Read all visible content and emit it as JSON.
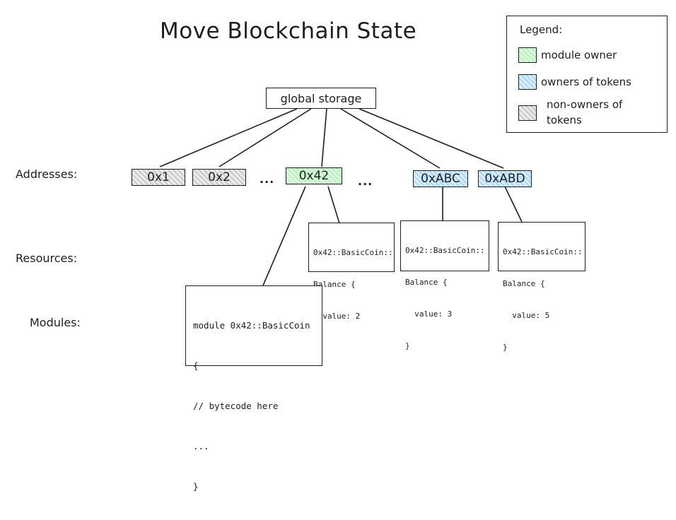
{
  "title": "Move Blockchain State",
  "root": {
    "label": "global storage"
  },
  "row_labels": {
    "addresses": "Addresses:",
    "resources": "Resources:",
    "modules": "Modules:"
  },
  "addresses": [
    {
      "label": "0x1",
      "category": "non-owner"
    },
    {
      "label": "0x2",
      "category": "non-owner"
    },
    {
      "label": "0x42",
      "category": "module-owner"
    },
    {
      "label": "0xABC",
      "category": "token-owner"
    },
    {
      "label": "0xABD",
      "category": "token-owner"
    }
  ],
  "ellipsis": "...",
  "resources": [
    {
      "owner": "0x42",
      "lines": [
        "0x42::BasicCoin::",
        "Balance {",
        "  value: 2",
        "}"
      ]
    },
    {
      "owner": "0xABC",
      "lines": [
        "0x42::BasicCoin::",
        "Balance {",
        "  value: 3",
        "}"
      ]
    },
    {
      "owner": "0xABD",
      "lines": [
        "0x42::BasicCoin::",
        "Balance {",
        "  value: 5",
        "}"
      ]
    }
  ],
  "module": {
    "owner": "0x42",
    "lines": [
      "module 0x42::BasicCoin",
      "{",
      "// bytecode here",
      "...",
      "}"
    ]
  },
  "legend": {
    "title": "Legend:",
    "items": [
      {
        "label": "module owner",
        "color": "#b2f2bb"
      },
      {
        "label": "owners of tokens",
        "color": "#a5d8ff"
      },
      {
        "label": "non-owners of tokens",
        "color": "#c8c8c8"
      }
    ]
  },
  "colors": {
    "stroke": "#1e1e1e",
    "module_owner": "#b2f2bb",
    "token_owner": "#a5d8ff",
    "non_owner": "#c8c8c8"
  }
}
